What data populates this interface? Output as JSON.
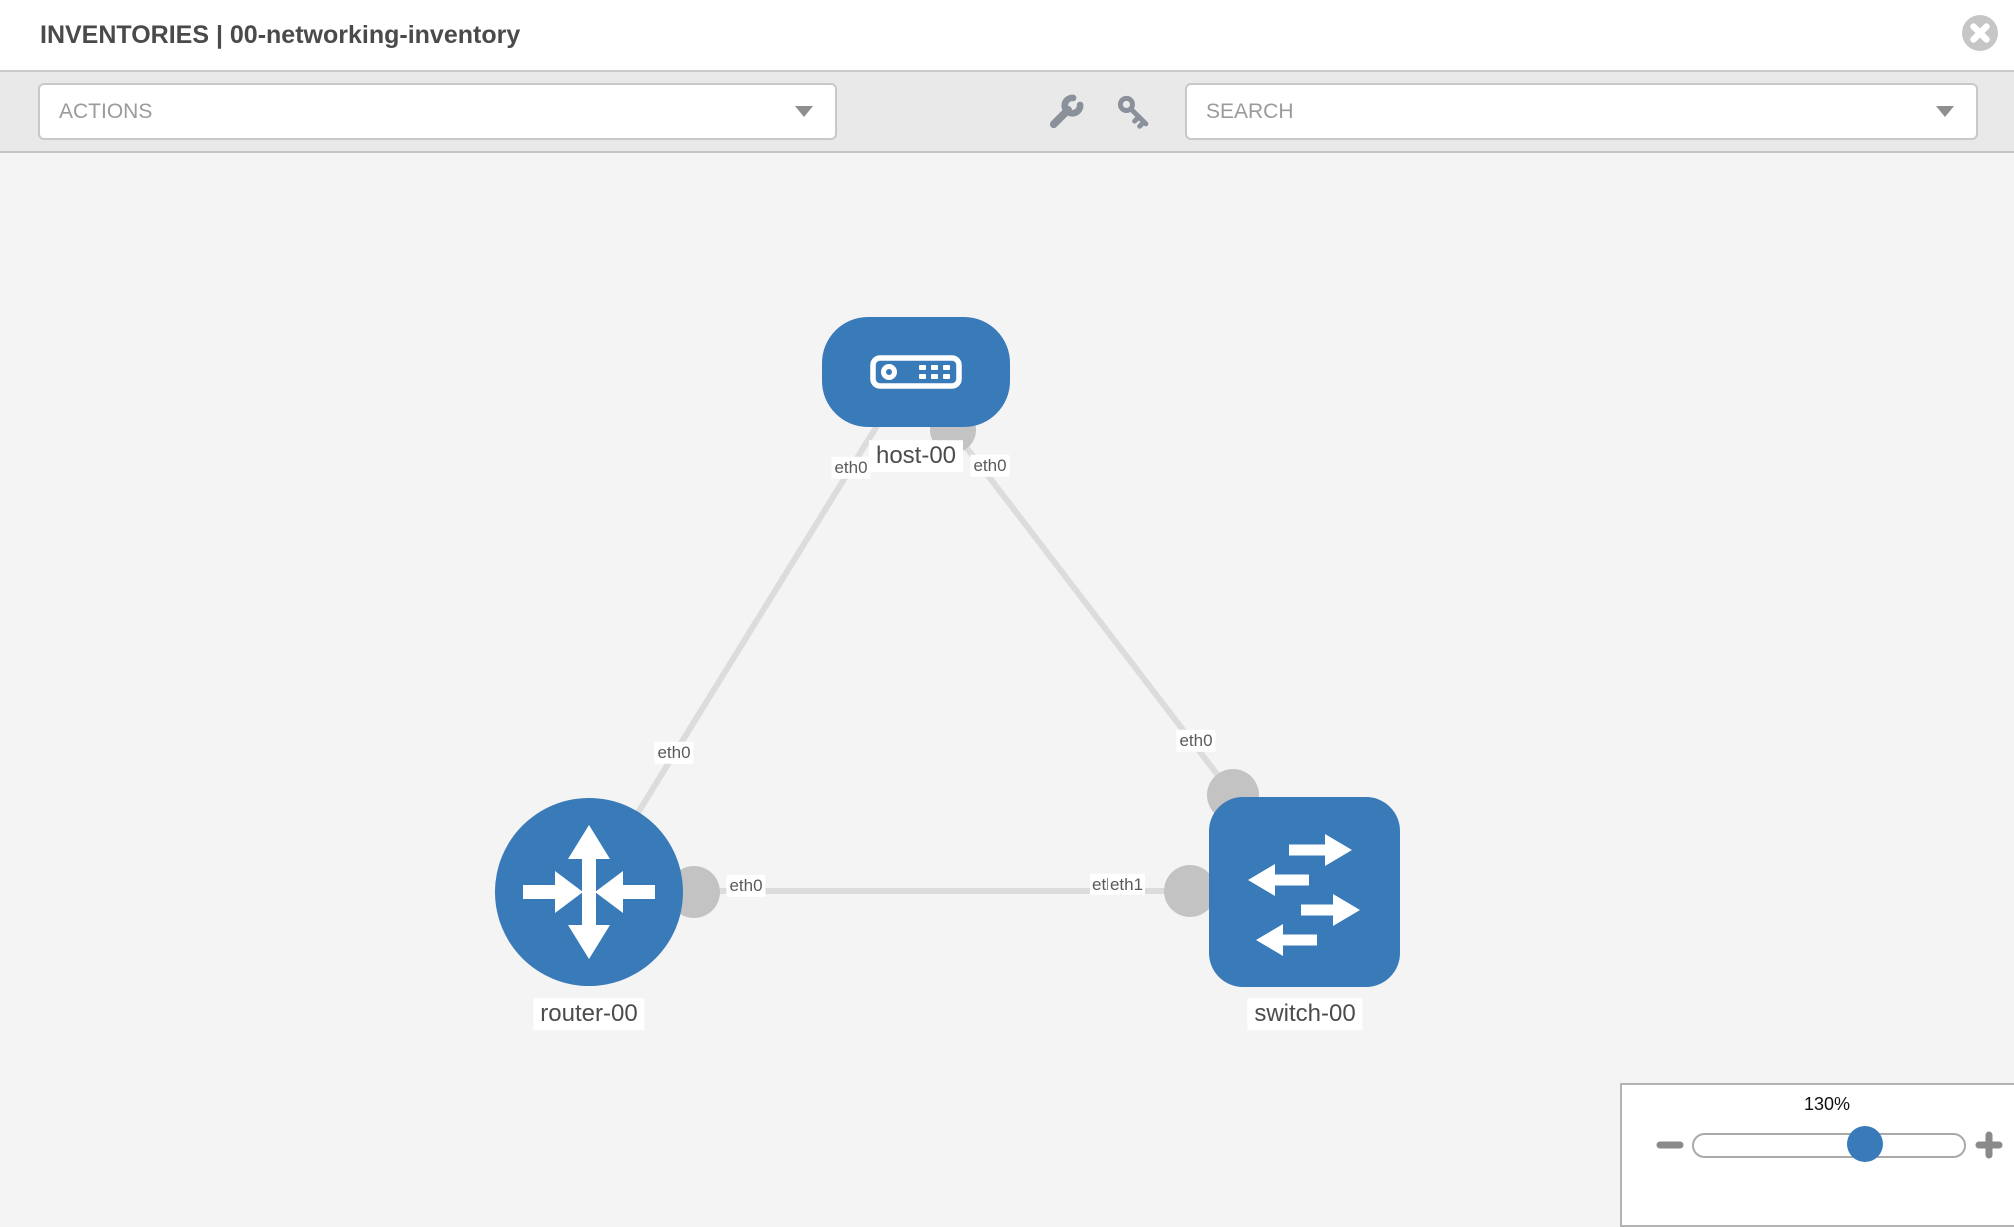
{
  "header": {
    "title": "INVENTORIES | 00-networking-inventory"
  },
  "toolbar": {
    "actions_label": "ACTIONS",
    "search_label": "SEARCH"
  },
  "topology": {
    "nodes": [
      {
        "id": "host-00",
        "type": "host",
        "label": "host-00",
        "interfaces": {
          "left": "eth0",
          "right": "eth0"
        }
      },
      {
        "id": "router-00",
        "type": "router",
        "label": "router-00",
        "interfaces": {
          "top": "eth0",
          "right": "eth0"
        }
      },
      {
        "id": "switch-00",
        "type": "switch",
        "label": "switch-00",
        "interfaces": {
          "top": "eth0",
          "left_back": "etl",
          "left": "eth1"
        }
      }
    ],
    "links": [
      {
        "from": "host-00",
        "from_interface": "eth0",
        "to": "router-00",
        "to_interface": "eth0"
      },
      {
        "from": "host-00",
        "from_interface": "eth0",
        "to": "switch-00",
        "to_interface": "eth0"
      },
      {
        "from": "router-00",
        "from_interface": "eth0",
        "to": "switch-00",
        "to_interface": "eth1"
      }
    ]
  },
  "zoom_control": {
    "level": "130%",
    "zoom_out": "minus",
    "zoom_in": "plus"
  },
  "icons": {
    "close": "circle-x-icon",
    "wrench": "wrench-icon",
    "key": "key-icon",
    "dropdown": "chevron-down-icon",
    "host": "server-icon",
    "router": "route-arrows-icon",
    "switch": "switch-arrows-icon"
  },
  "colors": {
    "node_blue": "#397ab8",
    "link_gray": "#dcdcdc",
    "port_gray": "#c3c3c3",
    "toolbar_bg": "#e9e9e9",
    "canvas_bg": "#f4f4f5",
    "icon_gray": "#8b919b",
    "label_text": "#4c4c4c"
  }
}
